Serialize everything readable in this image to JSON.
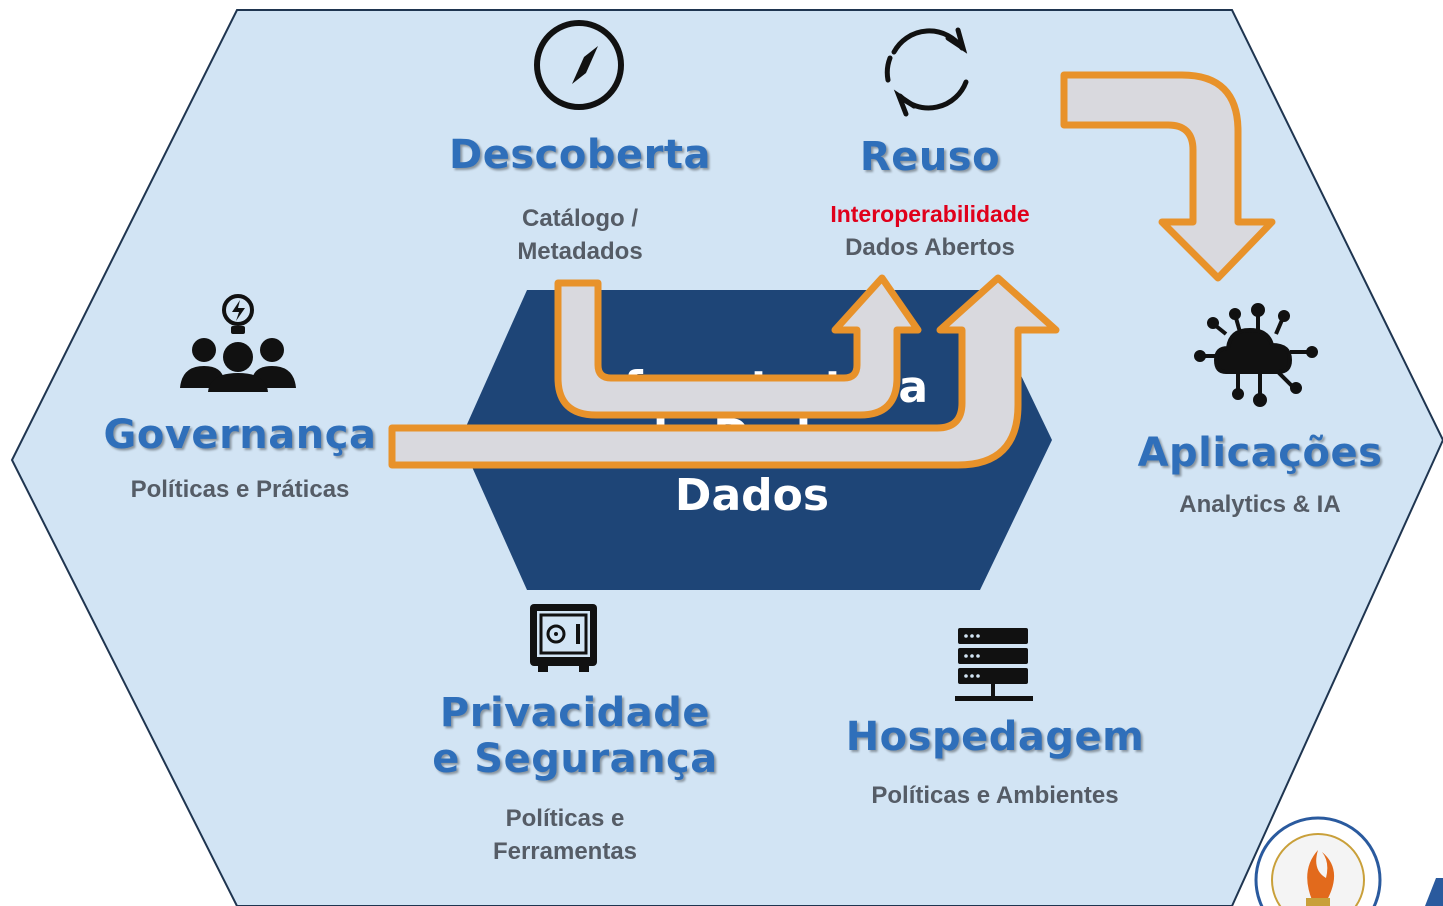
{
  "center": {
    "line1": "Infraestrutura",
    "line2": "de Dados",
    "line3": "Dados"
  },
  "discovery": {
    "title": "Descoberta",
    "line1": "Catálogo /",
    "line2": "Metadados",
    "icon": "compass-icon"
  },
  "reuse": {
    "title": "Reuso",
    "highlight": "Interoperabilidade",
    "line2": "Dados Abertos",
    "icon": "refresh-icon"
  },
  "governance": {
    "title": "Governança",
    "subtitle": "Políticas e Práticas",
    "icon": "people-idea-icon"
  },
  "applications": {
    "title": "Aplicações",
    "subtitle": "Analytics & IA",
    "icon": "cloud-network-icon"
  },
  "privacy": {
    "title_line1": "Privacidade",
    "title_line2": "e Segurança",
    "line1": "Políticas e",
    "line2": "Ferramentas",
    "icon": "safe-icon"
  },
  "hosting": {
    "title": "Hospedagem",
    "subtitle": "Políticas e Ambientes",
    "icon": "server-icon"
  },
  "colors": {
    "outer_hexagon": "#d2e4f4",
    "inner_hexagon": "#1e4577",
    "title_blue": "#2f6fba",
    "arrow_fill": "#d9d9de",
    "arrow_stroke": "#e8922a",
    "highlight_red": "#e0001b"
  }
}
